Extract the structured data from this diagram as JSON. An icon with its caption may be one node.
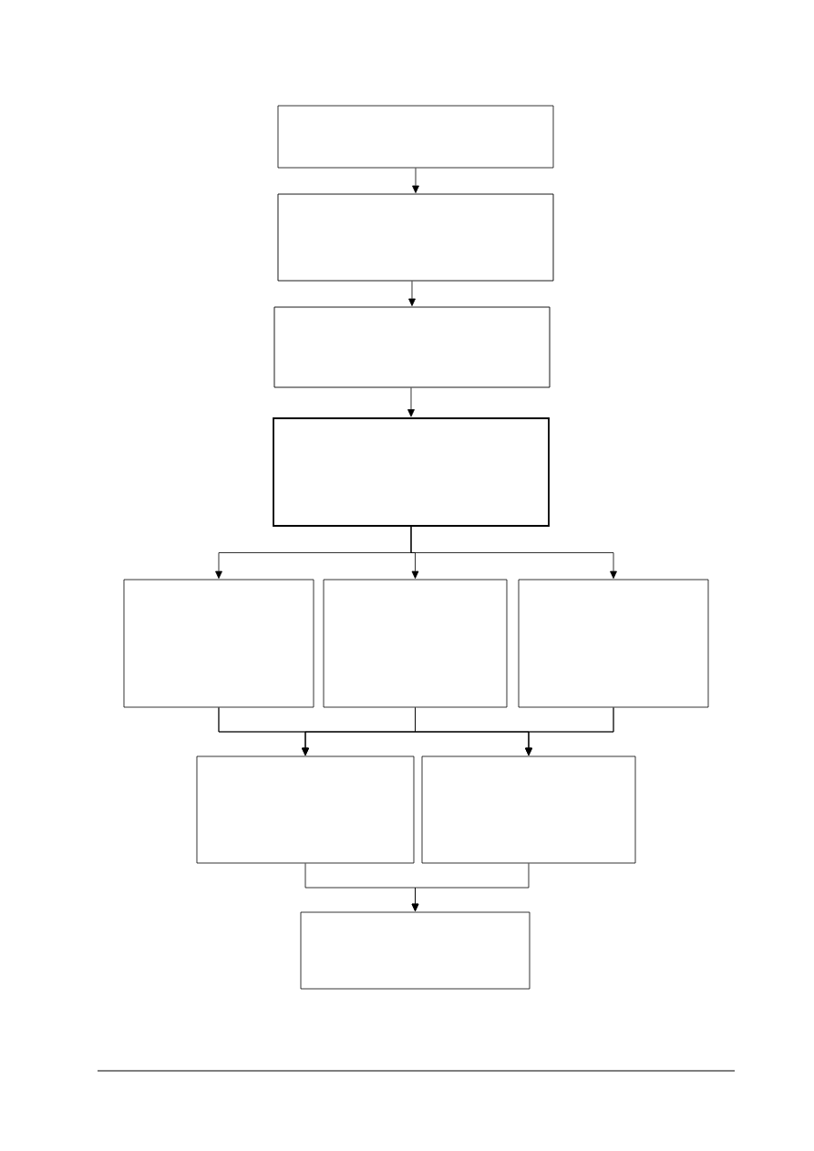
{
  "diagram": {
    "nodes": [
      {
        "text": [],
        "shape": "box"
      },
      {
        "text": [],
        "shape": "box"
      },
      {
        "text": [],
        "shape": "box"
      },
      {
        "text": [],
        "shape": "box"
      },
      {
        "text": [],
        "shape": "box"
      },
      {
        "text": [],
        "shape": "box"
      },
      {
        "text": [],
        "shape": "box"
      },
      {
        "text": [],
        "shape": "box"
      },
      {
        "text": [],
        "shape": "box"
      },
      {
        "text": [],
        "shape": "box"
      }
    ],
    "edges": [
      {
        "from": 0,
        "to": 1,
        "arrow": "to"
      },
      {
        "from": 1,
        "to": 2,
        "arrow": "to"
      },
      {
        "from": 2,
        "to": 3,
        "arrow": "to"
      },
      {
        "from": 3,
        "to": 4,
        "arrow": "to"
      },
      {
        "from": 3,
        "to": 5,
        "arrow": "to"
      },
      {
        "from": 3,
        "to": 6,
        "arrow": "to"
      },
      {
        "from": 4,
        "to": 7,
        "arrow": "to"
      },
      {
        "from": 4,
        "to": 8,
        "arrow": "to"
      },
      {
        "from": 5,
        "to": 7,
        "arrow": "to"
      },
      {
        "from": 5,
        "to": 8,
        "arrow": "to"
      },
      {
        "from": 6,
        "to": 7,
        "arrow": "to"
      },
      {
        "from": 6,
        "to": 8,
        "arrow": "to"
      },
      {
        "from": 7,
        "to": 9,
        "arrow": "to"
      },
      {
        "from": 8,
        "to": 9,
        "arrow": "to"
      }
    ]
  }
}
